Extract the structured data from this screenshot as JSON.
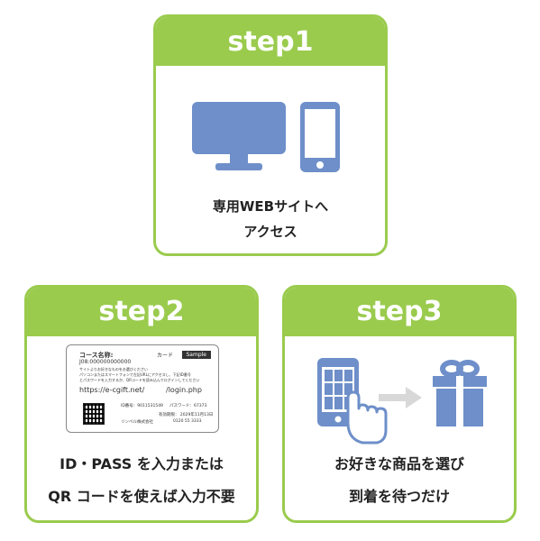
{
  "step1": {
    "title": "step1",
    "line1": "専用WEBサイトへ",
    "line2": "アクセス"
  },
  "step2": {
    "title": "step2",
    "line1": "ID・PASS を入力または",
    "line2": "QR コードを使えば入力不要",
    "card": {
      "course_label": "コース名称:",
      "course_value": "カード",
      "sample": "Sample",
      "code": "J08:000000000000",
      "note1": "サイトよりお好きなものをお選びください",
      "note2": "パソコンまたはスマートフォンで左記URLにアクセスし、下記ID番号",
      "note3": "とパスワードを入力するか、QRコードを読み込んでログインしてください",
      "url_left": "https://e-cgift.net/",
      "url_right": "/login.php",
      "id_label": "ID番号：9011531549",
      "pass_label": "パスワード：67373",
      "expiry": "有効期限： 2029年11月13日",
      "company": "リンベル株式会社",
      "tel": "0120  55  3333"
    }
  },
  "step3": {
    "title": "step3",
    "line1": "お好きな商品を選び",
    "line2": "到着を待つだけ"
  },
  "colors": {
    "accent": "#9ACB4D",
    "icon_blue": "#6E8FC9"
  },
  "icons": [
    "monitor-icon",
    "smartphone-icon",
    "phone-tap-icon",
    "arrow-right-icon",
    "gift-box-icon"
  ]
}
